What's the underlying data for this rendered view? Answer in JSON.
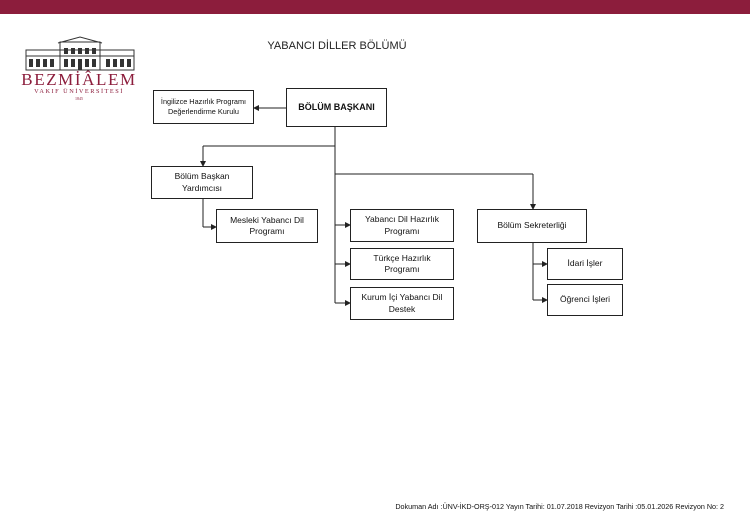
{
  "header": {
    "title": "YABANCI DİLLER BÖLÜMÜ"
  },
  "logo": {
    "brand": "BEZMİÂLEM",
    "subtitle": "VAKIF ÜNİVERSİTESİ",
    "year": "1845"
  },
  "org": {
    "head": "BÖLÜM BAŞKANI",
    "board": "İngilizce Hazırlık Programı\nDeğerlendirme Kurulu",
    "deputy": "Bölüm Başkan\nYardımcısı",
    "vocational": "Mesleki Yabancı Dil\nProgramı",
    "prep": "Yabancı Dil Hazırlık\nProgramı",
    "turkish": "Türkçe Hazırlık\nProgramı",
    "support": "Kurum İçi Yabancı Dil\nDestek",
    "secretariat": "Bölüm Sekreterliği",
    "admin": "İdari İşler",
    "student": "Öğrenci İşleri"
  },
  "footer": {
    "text": "Dokuman Adı :ÜNV-İKD-ORŞ-012 Yayın Tarihi: 01.07.2018 Revizyon Tarihi :05.01.2026 Revizyon No: 2"
  },
  "colors": {
    "brand": "#8c1d3c",
    "line": "#222222"
  }
}
